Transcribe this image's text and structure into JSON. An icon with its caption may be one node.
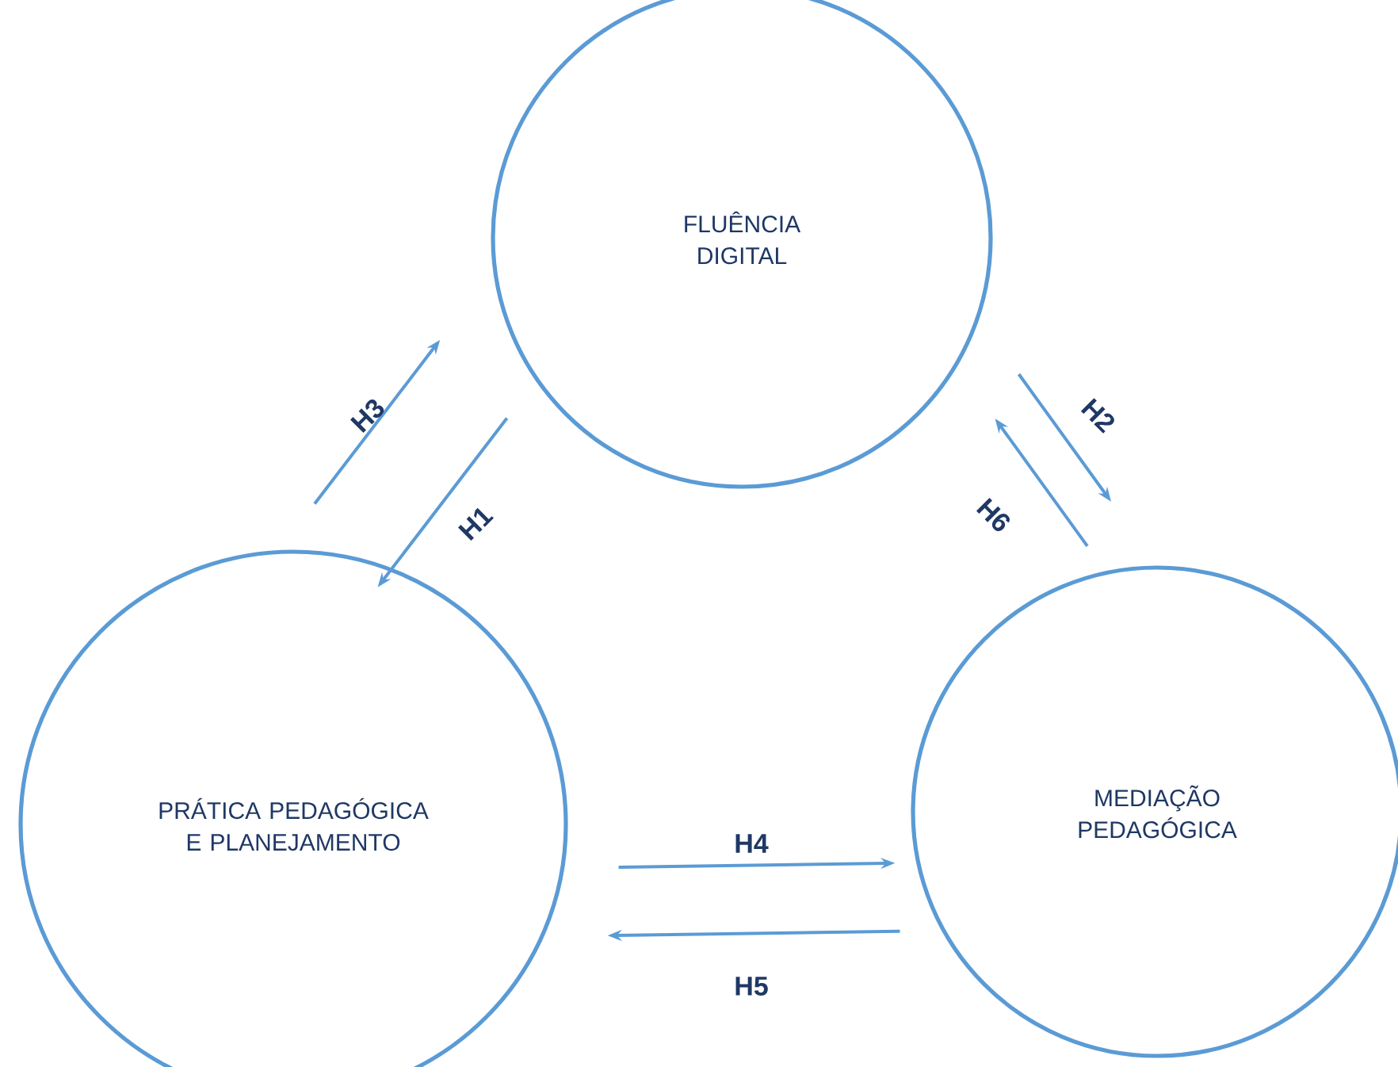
{
  "diagram": {
    "nodes": [
      {
        "text": [
          "FLUÊNCIA DIGITAL"
        ]
      },
      {
        "text": [
          "MEDIAÇÃO PEDAGÓGICA"
        ]
      },
      {
        "text": [
          "PRÁTICA PEDAGÓGICA E PLANEJAMENTO"
        ]
      }
    ],
    "edges": [
      {
        "from": 2,
        "to": 0,
        "arrow": "to",
        "label": "H3"
      },
      {
        "from": 0,
        "to": 2,
        "arrow": "to",
        "label": "H1"
      },
      {
        "from": 0,
        "to": 1,
        "arrow": "to",
        "label": "H2"
      },
      {
        "from": 1,
        "to": 0,
        "arrow": "to",
        "label": "H6"
      },
      {
        "from": 2,
        "to": 1,
        "arrow": "to",
        "label": "H4"
      },
      {
        "from": 1,
        "to": 2,
        "arrow": "to",
        "label": "H5"
      }
    ]
  }
}
